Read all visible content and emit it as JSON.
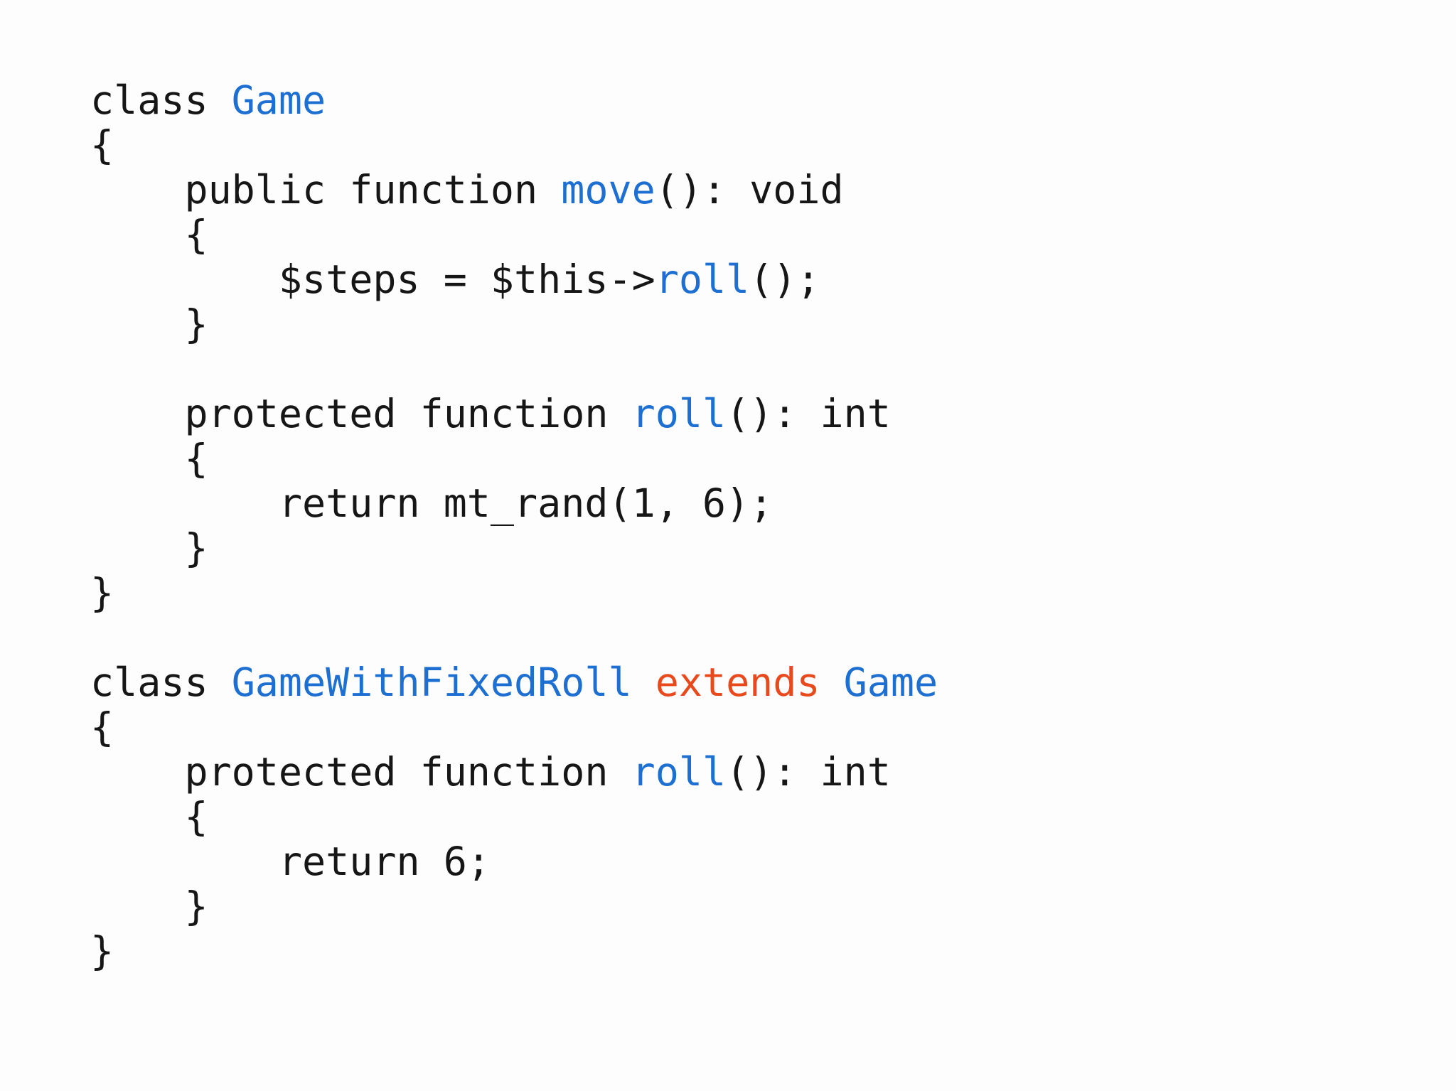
{
  "colors": {
    "background": "#fdfdfd",
    "default": "#161616",
    "blue": "#1d6fd2",
    "orange": "#e8491d"
  },
  "code": {
    "language": "php",
    "lines": [
      [
        [
          "class ",
          "default"
        ],
        [
          "Game",
          "blue"
        ]
      ],
      [
        [
          "{",
          "default"
        ]
      ],
      [
        [
          "    public function ",
          "default"
        ],
        [
          "move",
          "blue"
        ],
        [
          "(): void",
          "default"
        ]
      ],
      [
        [
          "    {",
          "default"
        ]
      ],
      [
        [
          "        $steps = $this->",
          "default"
        ],
        [
          "roll",
          "blue"
        ],
        [
          "();",
          "default"
        ]
      ],
      [
        [
          "    }",
          "default"
        ]
      ],
      [
        [
          "",
          "default"
        ]
      ],
      [
        [
          "    protected function ",
          "default"
        ],
        [
          "roll",
          "blue"
        ],
        [
          "(): int",
          "default"
        ]
      ],
      [
        [
          "    {",
          "default"
        ]
      ],
      [
        [
          "        return mt_rand(1, 6);",
          "default"
        ]
      ],
      [
        [
          "    }",
          "default"
        ]
      ],
      [
        [
          "}",
          "default"
        ]
      ],
      [
        [
          "",
          "default"
        ]
      ],
      [
        [
          "class ",
          "default"
        ],
        [
          "GameWithFixedRoll",
          "blue"
        ],
        [
          " ",
          "default"
        ],
        [
          "extends",
          "orange"
        ],
        [
          " ",
          "default"
        ],
        [
          "Game",
          "blue"
        ]
      ],
      [
        [
          "{",
          "default"
        ]
      ],
      [
        [
          "    protected function ",
          "default"
        ],
        [
          "roll",
          "blue"
        ],
        [
          "(): int",
          "default"
        ]
      ],
      [
        [
          "    {",
          "default"
        ]
      ],
      [
        [
          "        return 6;",
          "default"
        ]
      ],
      [
        [
          "    }",
          "default"
        ]
      ],
      [
        [
          "}",
          "default"
        ]
      ]
    ]
  }
}
